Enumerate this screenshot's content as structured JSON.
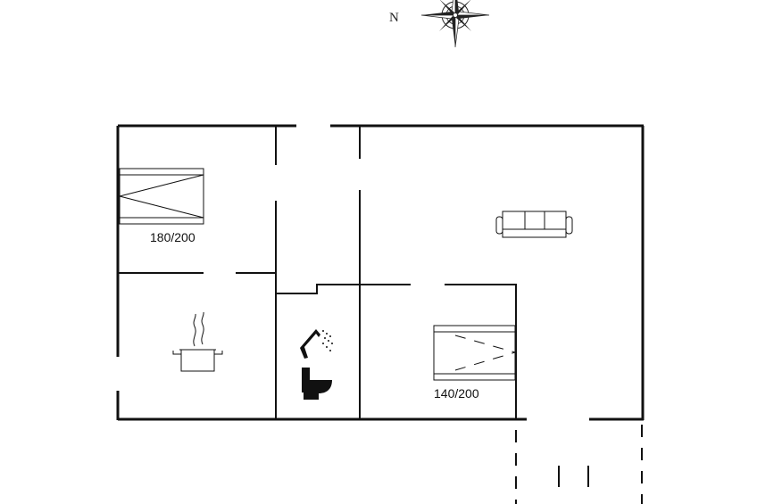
{
  "compass": {
    "north_label": "N"
  },
  "rooms": {
    "bedroom_1": {
      "bed_label": "180/200"
    },
    "bedroom_2": {
      "bed_label": "140/200"
    }
  }
}
